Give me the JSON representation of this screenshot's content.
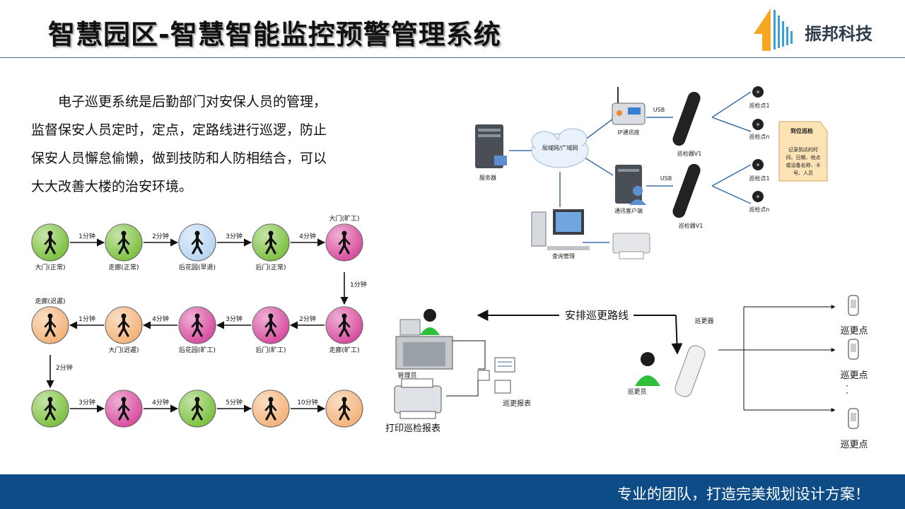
{
  "header": {
    "title": "智慧园区-智慧智能监控预警管理系统",
    "logo_text": "振邦科技",
    "logo_icon": "stripes-triangle-logo"
  },
  "intro": {
    "lines": [
      "电子巡更系统是后勤部门对安保人员的管理，",
      "监督保安人员定时，定点，定路线进行巡逻，防止",
      "保安人员懈怠偷懒，做到技防和人防相结合，可以",
      "大大改善大楼的治安环境。"
    ]
  },
  "flow": {
    "nodes": [
      {
        "label": "大门(正常)",
        "color": "#7fc241"
      },
      {
        "label": "走廊(正常)",
        "color": "#7fc241"
      },
      {
        "label": "后花园(早退)",
        "color": "#b8d6f2"
      },
      {
        "label": "后门(正常)",
        "color": "#7fc241"
      },
      {
        "label": "大门(旷工)",
        "color": "#d94fa0"
      },
      {
        "label": "走廊(旷工)",
        "color": "#d94fa0"
      },
      {
        "label": "后门(旷工)",
        "color": "#d94fa0"
      },
      {
        "label": "后花园(旷工)",
        "color": "#d94fa0"
      },
      {
        "label": "大门(迟遲)",
        "color": "#f4b47c"
      },
      {
        "label": "走廊(迟遲)",
        "color": "#f4b47c"
      },
      {
        "label": "",
        "color": "#7fc241"
      },
      {
        "label": "",
        "color": "#d94fa0"
      },
      {
        "label": "",
        "color": "#7fc241"
      },
      {
        "label": "",
        "color": "#f4b47c"
      },
      {
        "label": "",
        "color": "#f4b47c"
      }
    ],
    "edges": [
      "1分钟",
      "2分钟",
      "3分钟",
      "4分钟",
      "1分钟",
      "2分钟",
      "3分钟",
      "4分钟",
      "1分钟",
      "2分钟",
      "3分钟",
      "4分钟",
      "5分钟",
      "10分钟"
    ]
  },
  "network": {
    "server": "服务器",
    "cloud": "局域网/广域网",
    "ip_station": "IP通讯座",
    "client": "通讯客户端",
    "usb1": "USB",
    "usb2": "USB",
    "reader1": "巡检器V1",
    "reader2": "巡检器V1",
    "points": [
      "巡检点1",
      "巡检点n",
      "巡检点1",
      "巡检点n"
    ],
    "query": "查询管理",
    "note_title": "到位巡检",
    "note_lines": [
      "记录到达的时",
      "间、日期、地点",
      "或设备名称、卡",
      "号、人员"
    ]
  },
  "patrol": {
    "route_label": "安排巡更路线",
    "manager": "管理员",
    "guard": "巡更员",
    "device": "巡更器",
    "report": "巡更报表",
    "print": "打印巡检报表",
    "points": [
      "巡更点",
      "巡更点",
      "巡更点"
    ],
    "ellipsis": "·\n·\n·"
  },
  "footer": {
    "slogan": "专业的团队，打造完美规划设计方案！"
  }
}
